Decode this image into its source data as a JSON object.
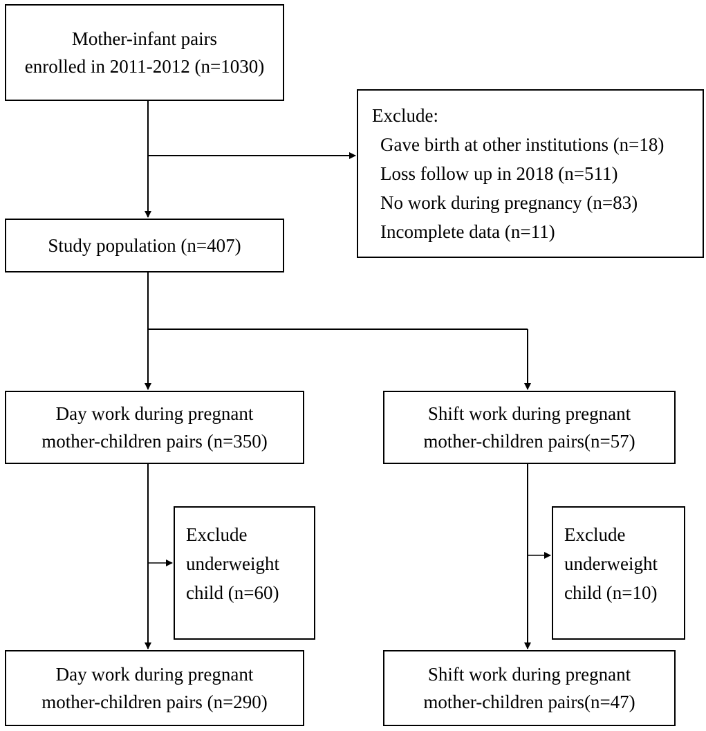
{
  "boxes": {
    "enrolled": {
      "lines": [
        "Mother-infant pairs",
        "enrolled in 2011-2012 (n=1030)"
      ]
    },
    "exclude_main": {
      "heading": "Exclude:",
      "items": [
        "Gave birth at other institutions (n=18)",
        "Loss follow up in 2018 (n=511)",
        "No work during pregnancy (n=83)",
        "Incomplete data (n=11)"
      ]
    },
    "study_population": {
      "lines": [
        "Study population (n=407)"
      ]
    },
    "day_work": {
      "lines": [
        "Day work during pregnant",
        "mother-children pairs (n=350)"
      ]
    },
    "shift_work": {
      "lines": [
        "Shift work during pregnant",
        "mother-children pairs(n=57)"
      ]
    },
    "exclude_day": {
      "lines": [
        "Exclude",
        "underweight",
        "child (n=60)"
      ]
    },
    "exclude_shift": {
      "lines": [
        "Exclude",
        "underweight",
        "child (n=10)"
      ]
    },
    "day_final": {
      "lines": [
        "Day work during pregnant",
        "mother-children pairs (n=290)"
      ]
    },
    "shift_final": {
      "lines": [
        "Shift work during pregnant",
        "mother-children pairs(n=47)"
      ]
    }
  }
}
